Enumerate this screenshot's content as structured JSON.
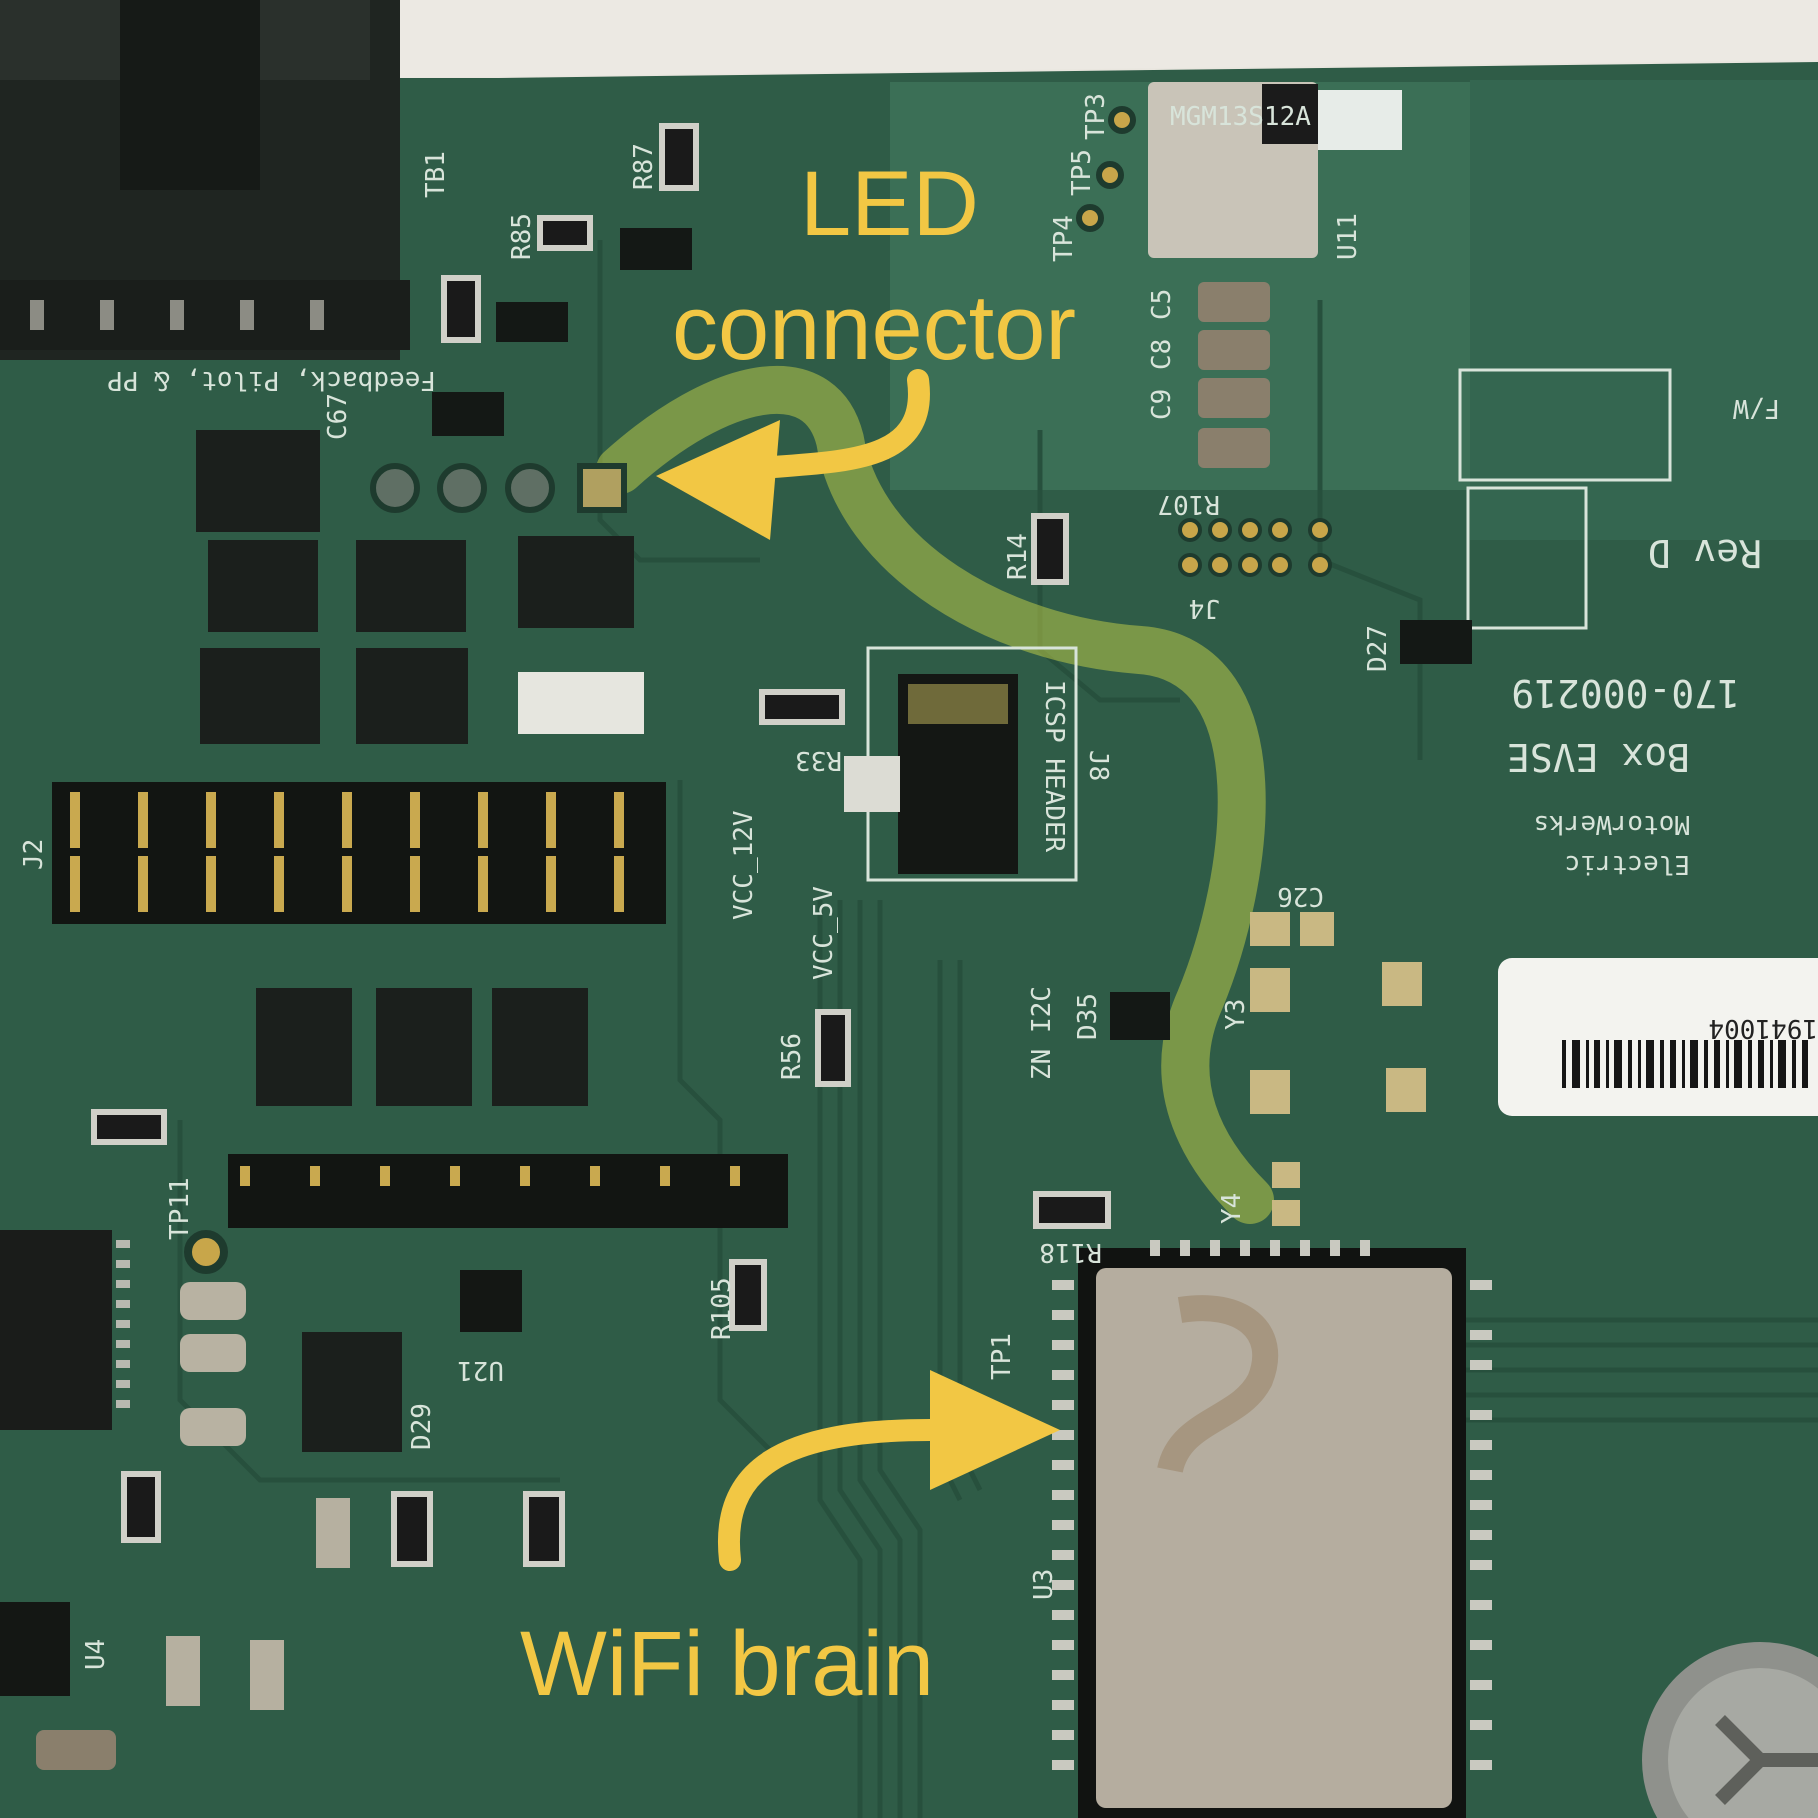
{
  "image": {
    "subject": "green printed circuit board of an EV charger controller",
    "colors": {
      "board": "#2f5a45",
      "annotation": "#f2c744",
      "highlight": "#d8e04a"
    }
  },
  "annotations": {
    "led_line1": "LED",
    "led_line2": "connector",
    "wifi": "WiFi brain"
  },
  "silkscreen": {
    "rev": "Rev D",
    "part": "170-000219",
    "product": "Box EVSE",
    "maker_line1": "MotorWerks",
    "maker_line2": "Electric",
    "fw": "F/W",
    "serial": "1941004",
    "tb1": "TB1",
    "feedback": "Feedback, Pilot, & PP",
    "icsp": "ICSP HEADER",
    "j8": "J8",
    "j2": "J2",
    "j4": "J4",
    "u3": "U3",
    "u11": "U11",
    "u21": "U21",
    "u4": "U4",
    "vcc12": "VCC_12V",
    "vcc5": "VCC_5V",
    "i2c": "ZN I2C",
    "y3": "Y3",
    "y4": "Y4",
    "tp1": "TP1",
    "tp3": "TP3",
    "tp4": "TP4",
    "tp5": "TP5",
    "tp11": "TP11",
    "d27": "D27",
    "d35": "D35",
    "d29": "D29",
    "r14": "R14",
    "r33": "R33",
    "r56": "R56",
    "r105": "R105",
    "r118": "R118",
    "r87": "R87",
    "r85": "R85",
    "r107": "R107",
    "c5": "C5",
    "c8": "C8",
    "c9": "C9",
    "c26": "C26",
    "c67": "C67"
  }
}
